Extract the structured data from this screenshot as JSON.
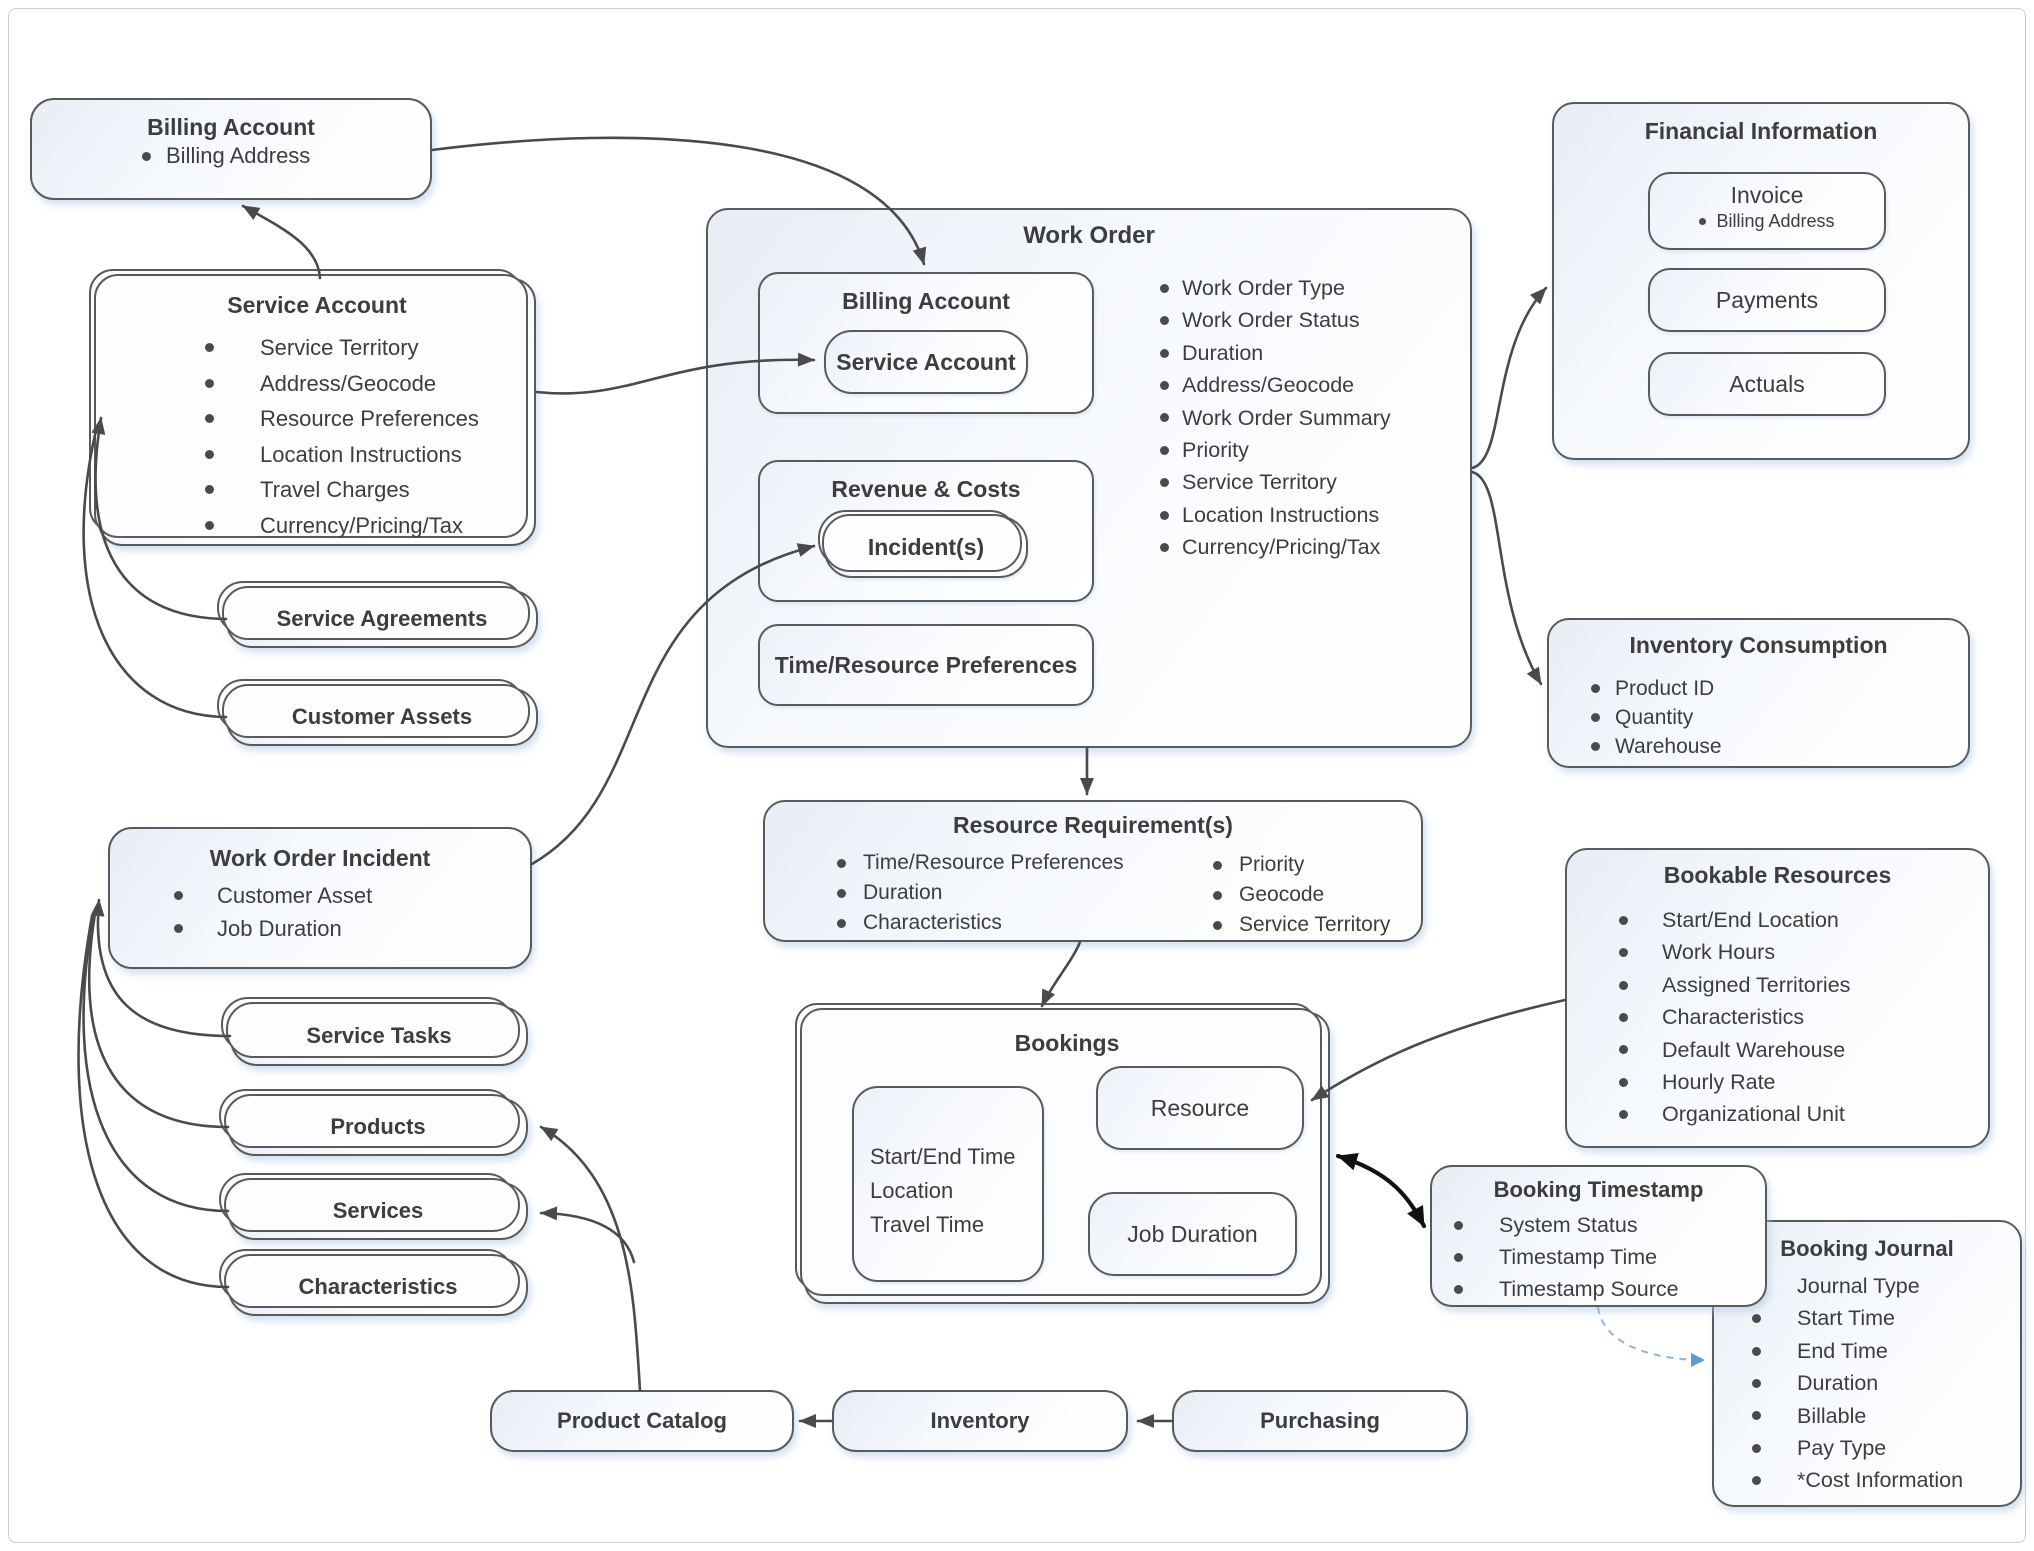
{
  "nodes": {
    "billing_account": {
      "title": "Billing Account",
      "items": [
        "Billing Address"
      ]
    },
    "service_account": {
      "title": "Service Account",
      "items": [
        "Service Territory",
        "Address/Geocode",
        "Resource Preferences",
        "Location Instructions",
        "Travel Charges",
        "Currency/Pricing/Tax"
      ]
    },
    "service_agreements": {
      "title": "Service Agreements"
    },
    "customer_assets": {
      "title": "Customer Assets"
    },
    "work_order": {
      "title": "Work Order",
      "billing_account_label": "Billing Account",
      "service_account_label": "Service Account",
      "revenue_costs_label": "Revenue & Costs",
      "incidents_label": "Incident(s)",
      "time_resource_preferences_label": "Time/Resource Preferences",
      "attributes": [
        "Work Order Type",
        "Work Order Status",
        "Duration",
        "Address/Geocode",
        "Work Order Summary",
        "Priority",
        "Service Territory",
        "Location Instructions",
        "Currency/Pricing/Tax"
      ]
    },
    "financial_information": {
      "title": "Financial Information",
      "invoice_label": "Invoice",
      "invoice_items": [
        "Billing Address"
      ],
      "payments_label": "Payments",
      "actuals_label": "Actuals"
    },
    "inventory_consumption": {
      "title": "Inventory Consumption",
      "items": [
        "Product ID",
        "Quantity",
        "Warehouse"
      ]
    },
    "resource_requirements": {
      "title": "Resource Requirement(s)",
      "items_left": [
        "Time/Resource Preferences",
        "Duration",
        "Characteristics"
      ],
      "items_right": [
        "Priority",
        "Geocode",
        "Service Territory"
      ]
    },
    "bookings": {
      "title": "Bookings",
      "time_lines": [
        "Start/End Time",
        "Location",
        "Travel Time"
      ],
      "resource_label": "Resource",
      "job_duration_label": "Job Duration"
    },
    "bookable_resources": {
      "title": "Bookable Resources",
      "items": [
        "Start/End Location",
        "Work Hours",
        "Assigned Territories",
        "Characteristics",
        "Default Warehouse",
        "Hourly Rate",
        "Organizational Unit"
      ]
    },
    "booking_timestamp": {
      "title": "Booking Timestamp",
      "items": [
        "System Status",
        "Timestamp Time",
        "Timestamp Source"
      ]
    },
    "booking_journal": {
      "title": "Booking Journal",
      "items": [
        "Journal Type",
        "Start Time",
        "End Time",
        "Duration",
        "Billable",
        "Pay Type",
        "*Cost Information"
      ]
    },
    "work_order_incident": {
      "title": "Work Order Incident",
      "items": [
        "Customer Asset",
        "Job Duration"
      ]
    },
    "service_tasks": {
      "title": "Service Tasks"
    },
    "products": {
      "title": "Products"
    },
    "services": {
      "title": "Services"
    },
    "characteristics": {
      "title": "Characteristics"
    },
    "product_catalog": {
      "title": "Product Catalog"
    },
    "inventory": {
      "title": "Inventory"
    },
    "purchasing": {
      "title": "Purchasing"
    }
  },
  "colors": {
    "border": "#5a5a5a",
    "text": "#3d3d3d",
    "arrow": "#4a4a4a",
    "blue_arrow": "#5b9bd5"
  }
}
